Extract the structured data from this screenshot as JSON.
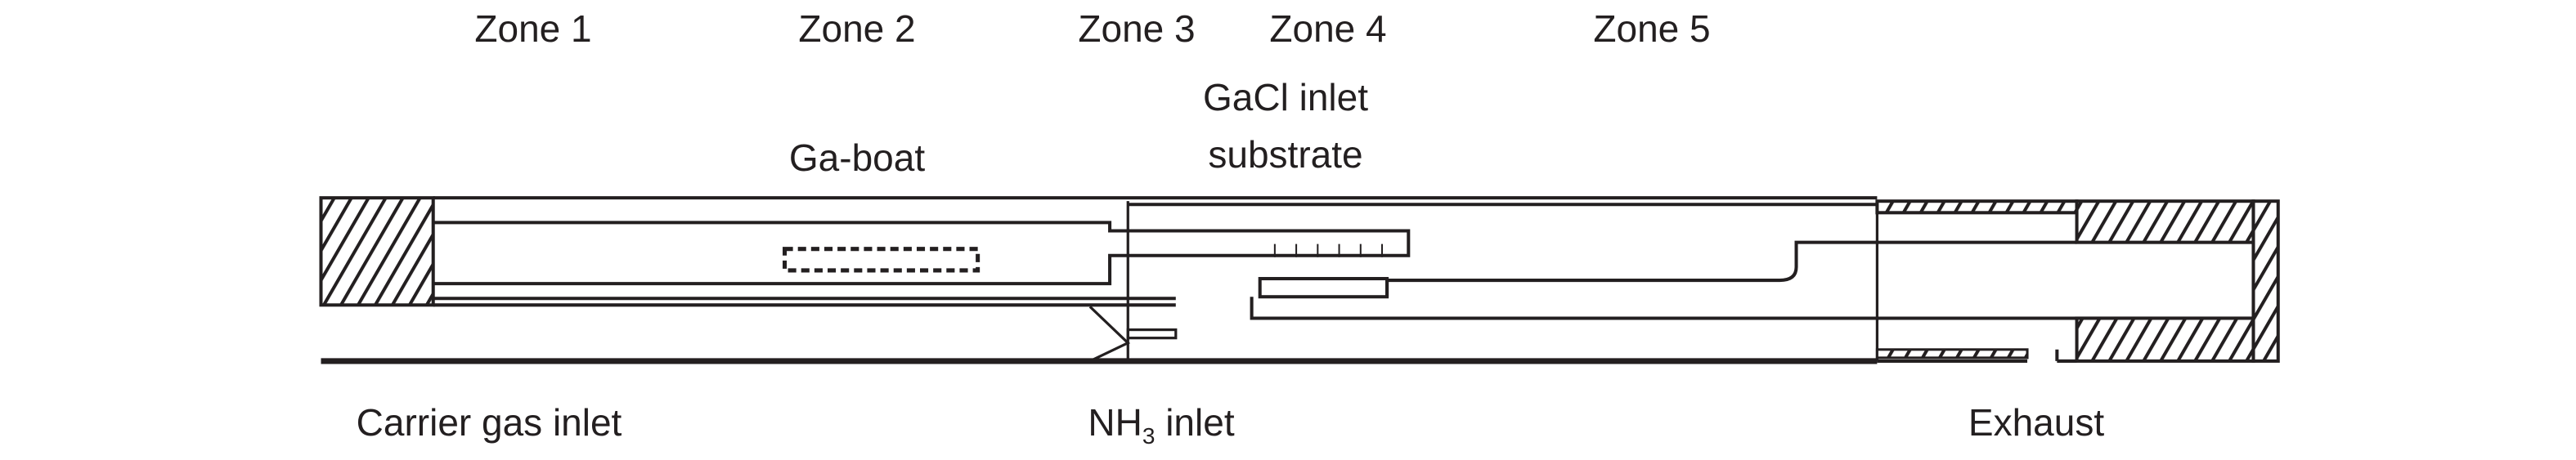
{
  "zones": [
    "Zone 1",
    "Zone 2",
    "Zone 3",
    "Zone 4",
    "Zone 5"
  ],
  "labels": {
    "gacl_inlet": "GaCl inlet",
    "substrate": "substrate",
    "ga_boat": "Ga-boat",
    "carrier_gas_inlet": "Carrier gas inlet",
    "nh3_inlet_prefix": "NH",
    "nh3_inlet_sub": "3",
    "nh3_inlet_suffix": " inlet",
    "exhaust": "Exhaust"
  },
  "colors": {
    "line": "#231f20",
    "background": "#ffffff"
  }
}
